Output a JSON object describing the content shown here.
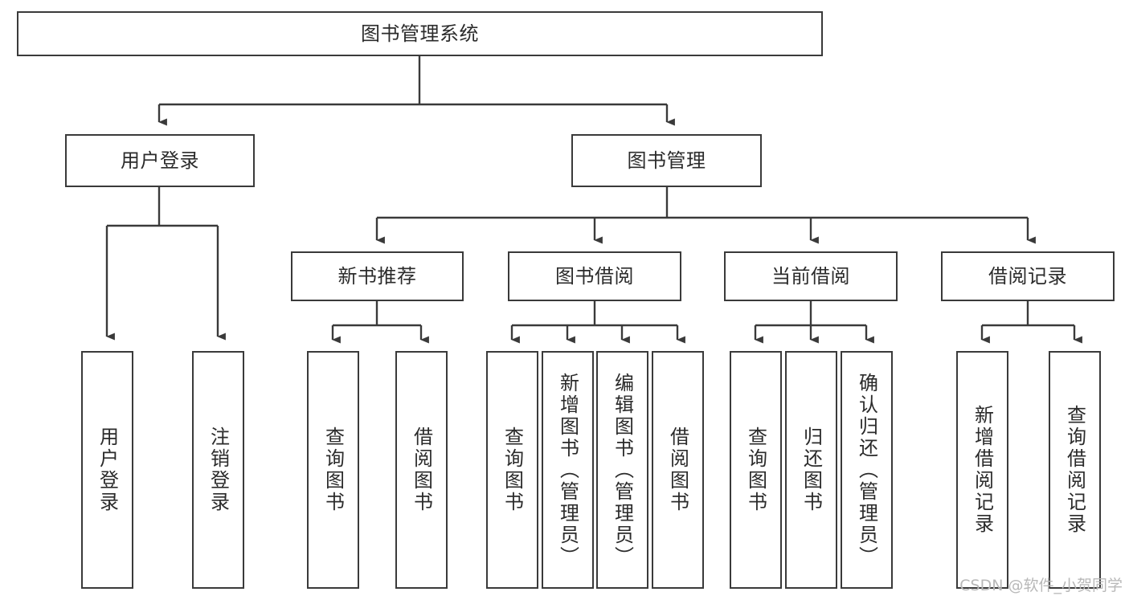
{
  "diagram": {
    "title": "图书管理系统",
    "type": "tree",
    "root": {
      "label": "图书管理系统"
    },
    "level2": [
      {
        "label": "用户登录"
      },
      {
        "label": "图书管理"
      }
    ],
    "level3": [
      {
        "label": "新书推荐"
      },
      {
        "label": "图书借阅"
      },
      {
        "label": "当前借阅"
      },
      {
        "label": "借阅记录"
      }
    ],
    "leaves": {
      "user_login": [
        {
          "label": "用户登录"
        },
        {
          "label": "注销登录"
        }
      ],
      "new_book_recommend": [
        {
          "label": "查询图书"
        },
        {
          "label": "借阅图书"
        }
      ],
      "book_borrow": [
        {
          "label": "查询图书"
        },
        {
          "label": "新增图书（管理员）"
        },
        {
          "label": "编辑图书（管理员）"
        },
        {
          "label": "借阅图书"
        }
      ],
      "current_borrow": [
        {
          "label": "查询图书"
        },
        {
          "label": "归还图书"
        },
        {
          "label": "确认归还（管理员）"
        }
      ],
      "borrow_record": [
        {
          "label": "新增借阅记录"
        },
        {
          "label": "查询借阅记录"
        }
      ]
    }
  },
  "watermark": {
    "text": "CSDN @软件_小贺同学"
  },
  "colors": {
    "stroke": "#3a3a3a",
    "text": "#2b2b2b",
    "background": "#ffffff",
    "watermark": "#b8b8b8"
  }
}
